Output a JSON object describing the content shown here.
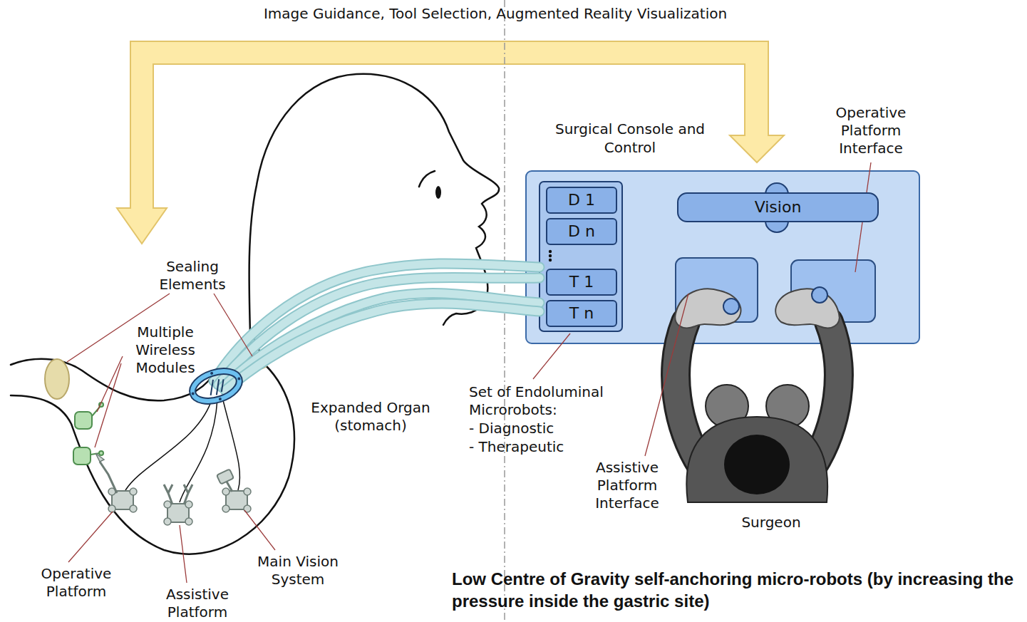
{
  "diagram": {
    "caption": "Low Centre of Gravity self-anchoring micro-robots (by increasing the pressure inside the gastric site)",
    "nodes": [
      {
        "text": [
          "Surgical Console and Control"
        ]
      },
      {
        "text": [
          "D 1"
        ],
        "in": 0
      },
      {
        "text": [
          "D n"
        ],
        "in": 0
      },
      {
        "text": [
          "T 1"
        ],
        "in": 0
      },
      {
        "text": [
          "T n"
        ],
        "in": 0
      },
      {
        "text": [
          "Vision"
        ],
        "in": 0
      }
    ],
    "labels": [
      "Image Guidance, Tool Selection, Augmented Reality Visualization",
      "Sealing Elements",
      "Multiple Wireless Modules",
      "Expanded Organ (stomach)",
      "Set of Endoluminal Microrobots:",
      "- Diagnostic",
      "- Therapeutic",
      "Operative Platform Interface",
      "Assistive Platform Interface",
      "Surgeon",
      "Operative Platform",
      "Assistive Platform",
      "Main Vision System"
    ]
  }
}
